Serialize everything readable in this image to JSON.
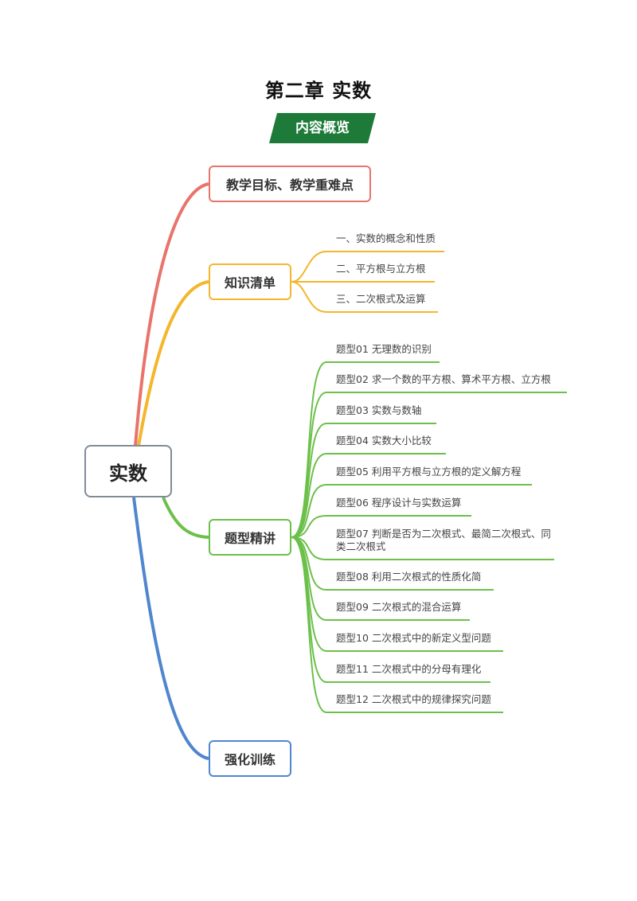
{
  "title": "第二章  实数",
  "banner": {
    "label": "内容概览",
    "color": "#1e7a39"
  },
  "root": {
    "label": "实数"
  },
  "branches": {
    "goals": {
      "label": "教学目标、教学重难点",
      "color": "#e8746b"
    },
    "knowledge": {
      "label": "知识清单",
      "color": "#f3b62c",
      "items": [
        "一、实数的概念和性质",
        "二、平方根与立方根",
        "三、二次根式及运算"
      ]
    },
    "types": {
      "label": "题型精讲",
      "color": "#6cc04a",
      "items": [
        "题型01  无理数的识别",
        "题型02  求一个数的平方根、算术平方根、立方根",
        "题型03  实数与数轴",
        "题型04  实数大小比较",
        "题型05  利用平方根与立方根的定义解方程",
        "题型06  程序设计与实数运算",
        "题型07  判断是否为二次根式、最简二次根式、同类二次根式",
        "题型08  利用二次根式的性质化简",
        "题型09  二次根式的混合运算",
        "题型10  二次根式中的新定义型问题",
        "题型11  二次根式中的分母有理化",
        "题型12  二次根式中的规律探究问题"
      ]
    },
    "training": {
      "label": "强化训练",
      "color": "#4f86cd"
    }
  }
}
